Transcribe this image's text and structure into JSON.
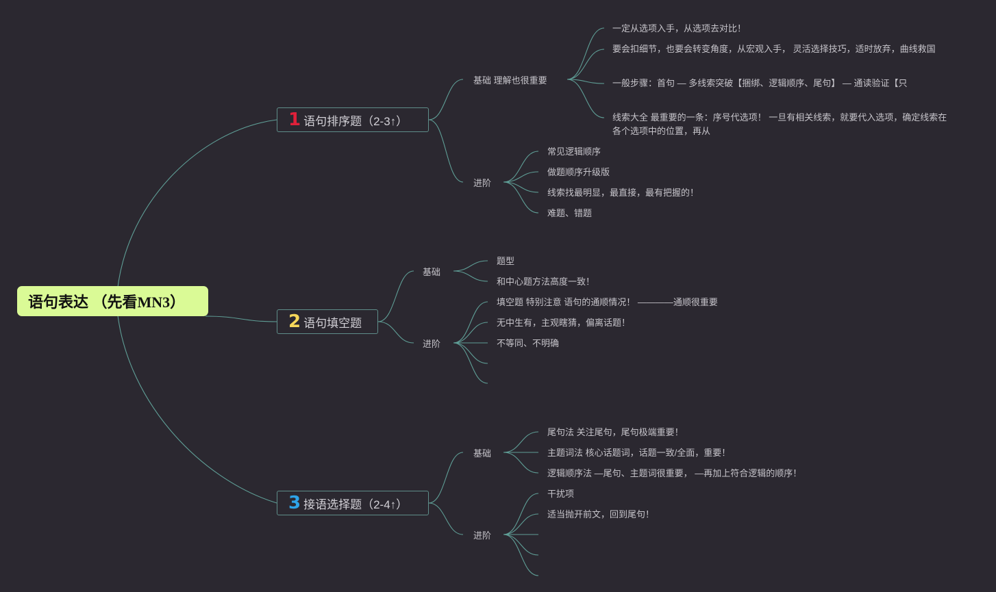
{
  "root": {
    "title": "语句表达 （先看MN3）"
  },
  "branches": [
    {
      "number": "1",
      "number_color": "#e0203a",
      "title": "语句排序题（2-3↑）",
      "groups": [
        {
          "label": "基础   理解也很重要",
          "leaves": [
            "一定从选项入手，从选项去对比！",
            "要会扣细节，也要会转变角度，从宏观入手， 灵活选择技巧，适时放弃，曲线救国",
            "一般步骤：首句 — 多线索突破【捆绑、逻辑顺序、尾句】          — 通读验证【只",
            "线索大全 最重要的一条：序号代选项！ 一旦有相关线索，就要代入选项，确定线索在各个选项中的位置，再从"
          ]
        },
        {
          "label": "进阶",
          "leaves": [
            "常见逻辑顺序",
            "做题顺序升级版",
            "线索找最明显，最直接，最有把握的！",
            "难题、错题"
          ]
        }
      ]
    },
    {
      "number": "2",
      "number_color": "#f6d75a",
      "title": "语句填空题",
      "groups": [
        {
          "label": "基础",
          "leaves": [
            "题型",
            "和中心题方法高度一致！"
          ]
        },
        {
          "label": "进阶",
          "leaves": [
            "填空题 特别注意 语句的通顺情况！ ————通顺很重要",
            "无中生有，主观瞎猜，偏离话题！",
            "不等同、不明确",
            "",
            ""
          ]
        }
      ]
    },
    {
      "number": "3",
      "number_color": "#2ea3e8",
      "title": "接语选择题（2-4↑）",
      "groups": [
        {
          "label": "基础",
          "leaves": [
            "尾句法 关注尾句，尾句极端重要！",
            "主题词法 核心话题词，话题一致/全面，重要！",
            "逻辑顺序法 —尾句、主题词很重要， —再加上符合逻辑的顺序！"
          ]
        },
        {
          "label": "进阶",
          "leaves": [
            "干扰项",
            "适当抛开前文，回到尾句！",
            "",
            "",
            ""
          ]
        }
      ]
    }
  ]
}
